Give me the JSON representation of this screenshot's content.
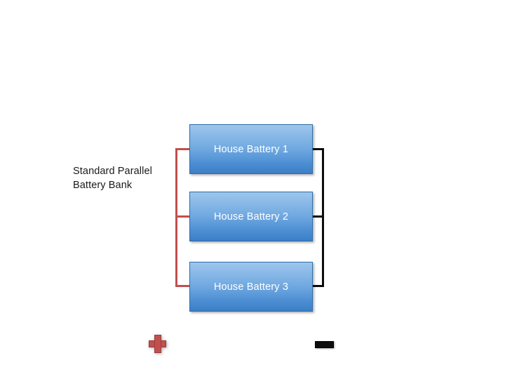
{
  "diagram": {
    "caption": "Standard Parallel\nBattery Bank",
    "batteries": [
      {
        "label": "House Battery 1"
      },
      {
        "label": "House Battery 2"
      },
      {
        "label": "House Battery 3"
      }
    ],
    "polarity": {
      "positive_symbol": "+",
      "negative_symbol": "−"
    },
    "colors": {
      "positive_wire": "#C0504D",
      "negative_wire": "#0D0D0D",
      "battery_fill_top": "#9EC6EC",
      "battery_fill_bottom": "#3C7FC6",
      "battery_border": "#2E6DA8",
      "battery_text": "#FFFFFF",
      "background": "#FFFFFF",
      "caption_text": "#1A1A1A"
    }
  }
}
